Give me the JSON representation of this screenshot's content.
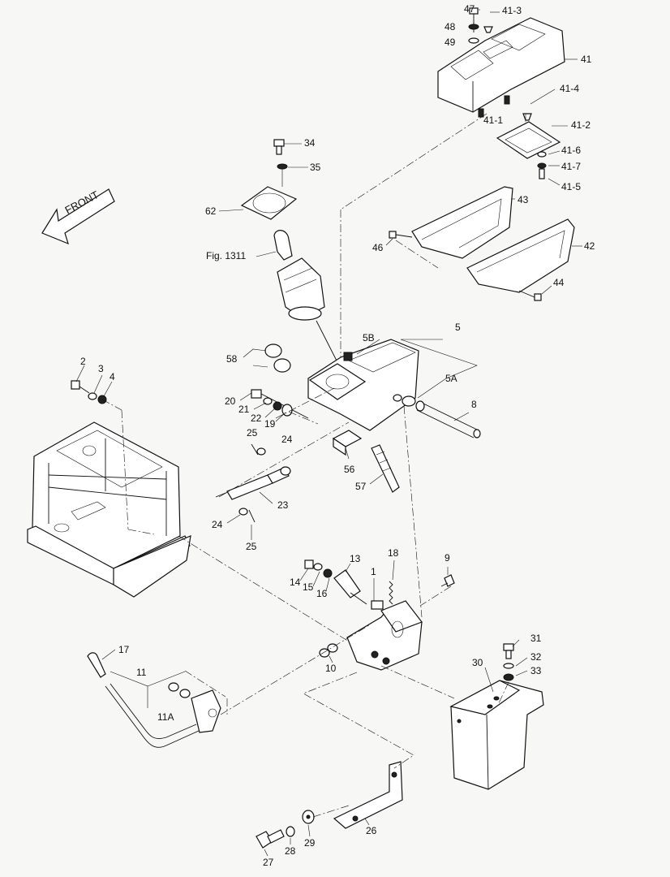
{
  "direction_label": "FRONT",
  "figure_ref": "Fig. 1311",
  "callouts": {
    "c47": "47",
    "c48": "48",
    "c49": "49",
    "c41_3": "41-3",
    "c41": "41",
    "c41_4": "41-4",
    "c41_1": "41-1",
    "c41_2": "41-2",
    "c41_6": "41-6",
    "c41_7": "41-7",
    "c41_5": "41-5",
    "c34": "34",
    "c35": "35",
    "c62": "62",
    "c43": "43",
    "c46": "46",
    "c42": "42",
    "c44": "44",
    "c5": "5",
    "c5B": "5B",
    "c5A": "5A",
    "c58": "58",
    "c2": "2",
    "c3": "3",
    "c4": "4",
    "c20": "20",
    "c21": "21",
    "c22": "22",
    "c19": "19",
    "c8": "8",
    "c25a": "25",
    "c24a": "24",
    "c56": "56",
    "c57": "57",
    "c23": "23",
    "c24b": "24",
    "c25b": "25",
    "c13": "13",
    "c18": "18",
    "c9": "9",
    "c14": "14",
    "c15": "15",
    "c16": "16",
    "c1": "1",
    "c17": "17",
    "c11": "11",
    "c11A": "11A",
    "c10": "10",
    "c30": "30",
    "c31": "31",
    "c32": "32",
    "c33": "33",
    "c26": "26",
    "c27": "27",
    "c28": "28",
    "c29": "29"
  }
}
